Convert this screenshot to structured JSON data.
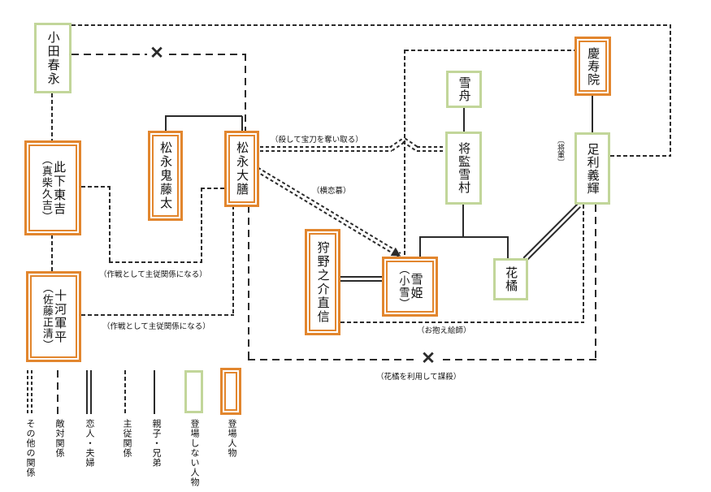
{
  "people": {
    "oda_harunaga": {
      "name": "小田春永"
    },
    "konoshita_tokichi": {
      "name": "此下東吉",
      "alias": "（真柴久吉）"
    },
    "sogo_gunpei": {
      "name": "十河軍平",
      "alias": "（佐藤正清）"
    },
    "matsunaga_kitota": {
      "name": "松永鬼藤太"
    },
    "matsunaga_daizen": {
      "name": "松永大膳"
    },
    "kano_naonobu": {
      "name": "狩野之介直信"
    },
    "yukihime": {
      "name": "雪姫",
      "alias": "（小雪）"
    },
    "sesshu": {
      "name": "雪舟"
    },
    "shogen_sesson": {
      "name": "将監雪村"
    },
    "hanatachibana": {
      "name": "花橘"
    },
    "keijuin": {
      "name": "慶寿院"
    },
    "ashikaga_yoshiteru": {
      "name": "足利義輝",
      "note": "〔将軍〕"
    }
  },
  "annotations": {
    "kill_steal_sword": "（殺して宝刀を奪い取る）",
    "unrequited_love": "（横恋慕）",
    "strategy_master_servant_1": "（作戦として主従関係になる）",
    "strategy_master_servant_2": "（作戦として主従関係になる）",
    "retained_painter": "（お抱え絵師）",
    "murder_using_hanatachibana": "（花橘を利用して謀殺）"
  },
  "symbols": {
    "severed_cross": "✕"
  },
  "legend": {
    "items": [
      {
        "label": "その他の関係"
      },
      {
        "label": "敵対関係"
      },
      {
        "label": "恋人・夫婦"
      },
      {
        "label": "主従関係"
      },
      {
        "label": "親子・兄弟"
      },
      {
        "label": "登場しない人物"
      },
      {
        "label": "登場人物"
      }
    ]
  },
  "colors": {
    "appearing_character_border": "#E2862E",
    "non_appearing_character_border": "#C2D69A",
    "line": "#2B2B2B"
  }
}
